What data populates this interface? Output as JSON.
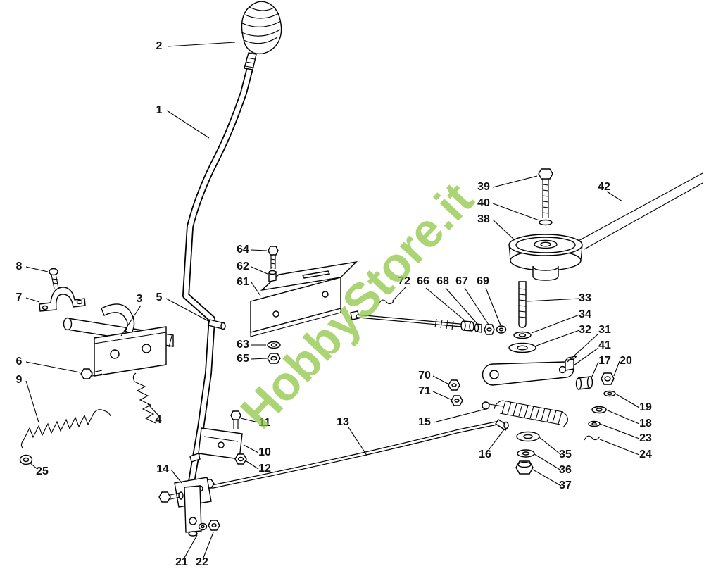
{
  "watermark": {
    "text": "HobbyStore.it",
    "color": "#8cc63f"
  },
  "colors": {
    "background": "#ffffff",
    "line": "#000000",
    "label": "#111111"
  },
  "part_labels": [
    "2",
    "1",
    "8",
    "7",
    "3",
    "5",
    "6",
    "9",
    "4",
    "25",
    "64",
    "62",
    "61",
    "63",
    "65",
    "11",
    "10",
    "12",
    "14",
    "21",
    "22",
    "13",
    "72",
    "66",
    "68",
    "67",
    "69",
    "39",
    "40",
    "38",
    "42",
    "33",
    "34",
    "32",
    "31",
    "41",
    "17",
    "20",
    "70",
    "71",
    "15",
    "16",
    "19",
    "18",
    "23",
    "24",
    "35",
    "36",
    "37"
  ]
}
